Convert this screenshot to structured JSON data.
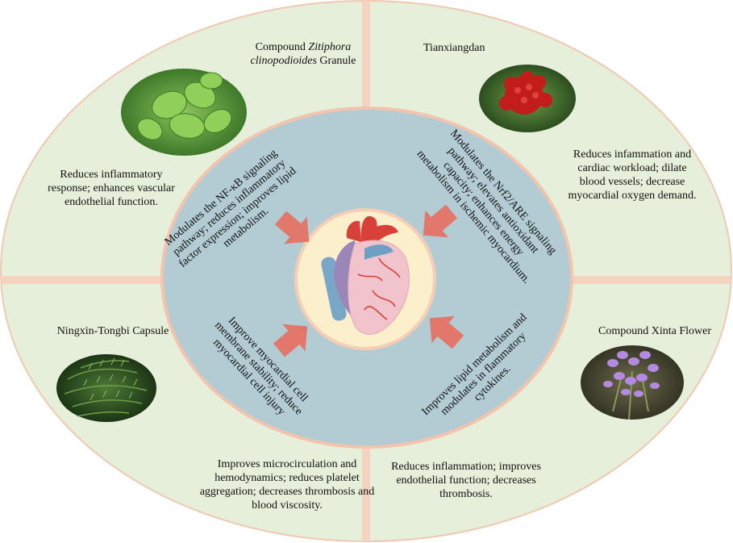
{
  "herbs": [
    {
      "name_pre": "Compound ",
      "name_italic": "Zitiphora clinopodioides",
      "name_post": " Granule",
      "effect": "Reduces inflammatory response; enhances vascular endothelial function.",
      "mechanism": "Modulates the NF-κB signaling pathway; reduces inflammatory factor expression; improves lipid metabolism."
    },
    {
      "name": "Tianxiangdan",
      "effect": "Reduces infammation and cardiac workload; dilate blood vessels; decrease myocardial oxygen demand.",
      "mechanism": "Modulates the Nrf2/ARE signaling pathway; elevates antioxidant capacity; enhances energy metabolism in ischemic myocardium."
    },
    {
      "name": "Ningxin-Tongbi Capsule",
      "effect": "Improves microcirculation and hemodynamics; reduces platelet aggregation; decreases thrombosis and blood viscosity.",
      "mechanism": "Improve myocardial cell membrane stability; reduce myocardial cell injury"
    },
    {
      "name": "Compound Xinta Flower",
      "effect": "Reduces inflammation; improves endothelial function; decreases thrombosis.",
      "mechanism": "Improves lipid metabolism and modulates in flammatory cytokines."
    }
  ],
  "colors": {
    "outer_fill": "#e6efd9",
    "divider": "#f4c7ae",
    "inner_fill": "#b3ccd3",
    "center_fill": "#fbefcc",
    "arrow": "#e2776c"
  },
  "icons": [
    "heart-icon",
    "leaf-photo",
    "red-flower-photo",
    "fern-photo",
    "purple-flower-photo"
  ]
}
